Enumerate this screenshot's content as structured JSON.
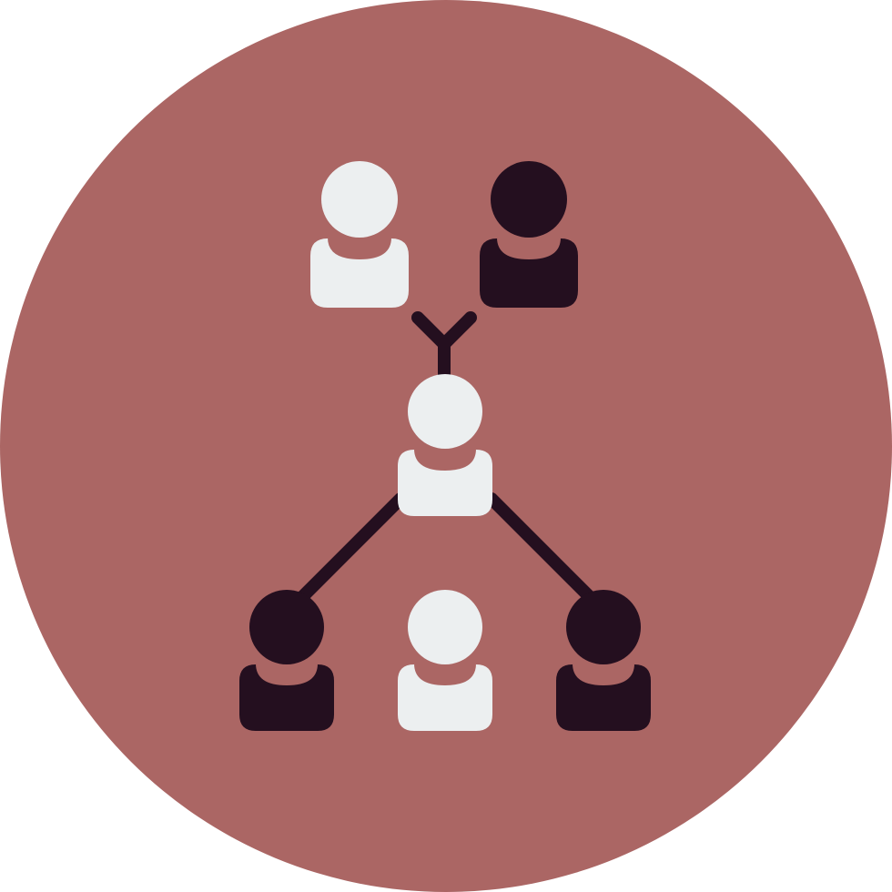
{
  "icon": {
    "name": "team-hierarchy-icon",
    "colors": {
      "page_background": "#ffffff",
      "circle_background": "#ab6664",
      "light_person": "#eceff0",
      "dark_person": "#240f1f",
      "connector": "#240f1f"
    },
    "people": [
      {
        "role": "top-left",
        "tone": "light"
      },
      {
        "role": "top-right",
        "tone": "dark"
      },
      {
        "role": "center",
        "tone": "light"
      },
      {
        "role": "bottom-left",
        "tone": "dark"
      },
      {
        "role": "bottom-center",
        "tone": "light"
      },
      {
        "role": "bottom-right",
        "tone": "dark"
      }
    ]
  }
}
